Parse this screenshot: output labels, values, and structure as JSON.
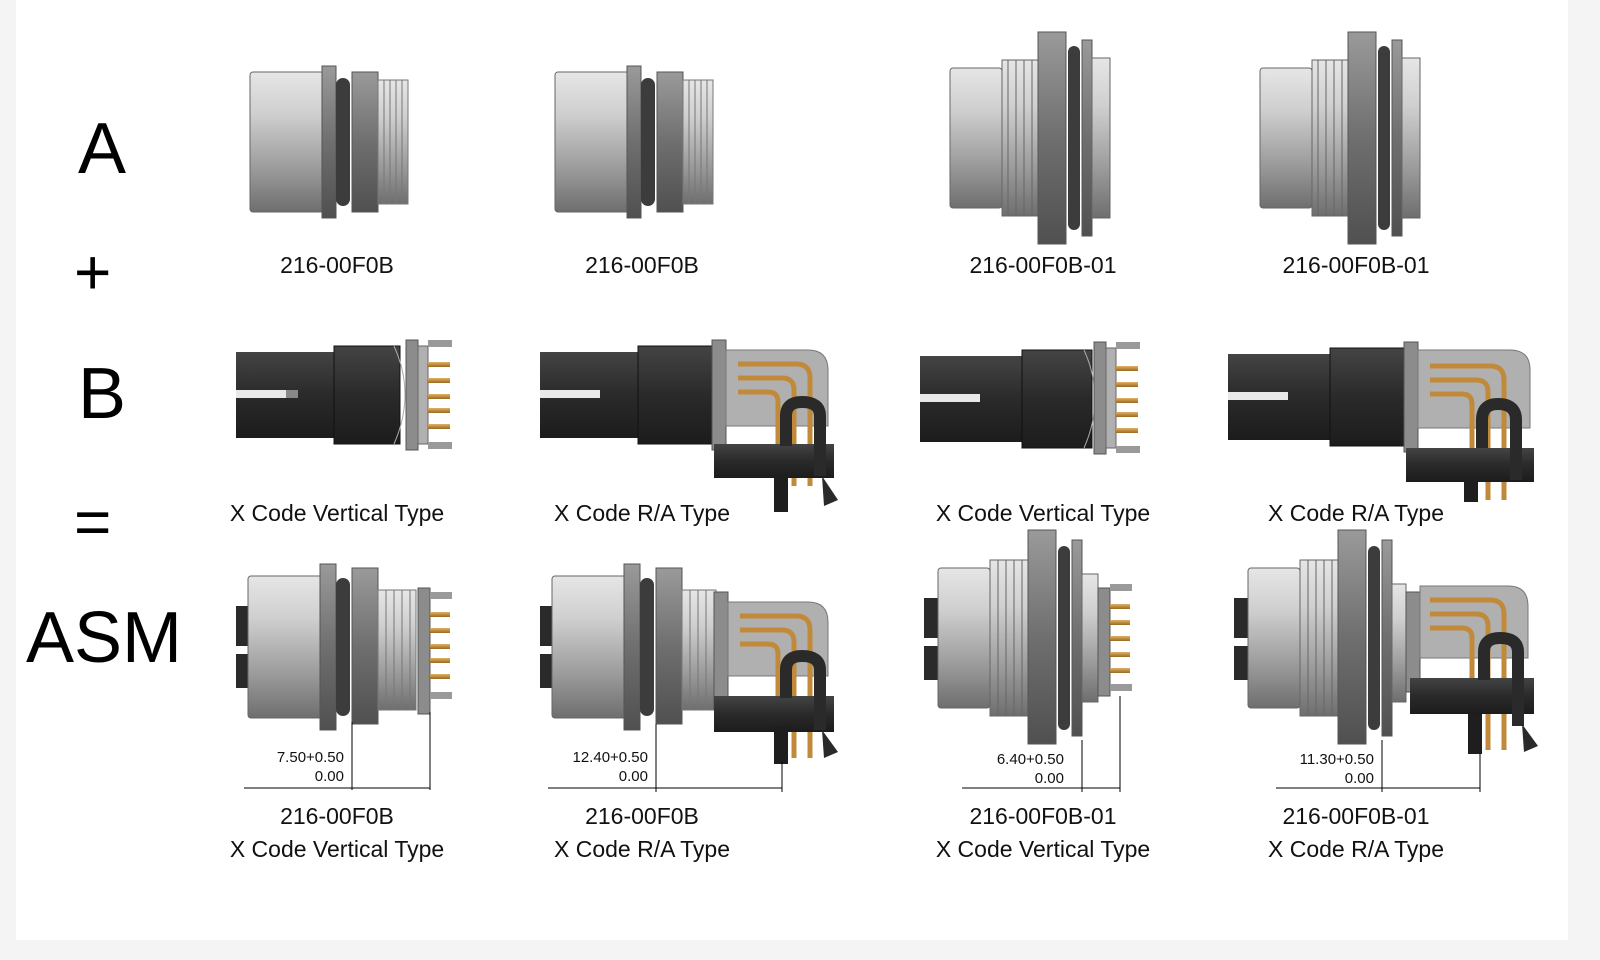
{
  "row_labels": {
    "a": "A",
    "plus": "+",
    "b": "B",
    "equals": "=",
    "asm": "ASM"
  },
  "row_a": [
    {
      "part": "216-00F0B"
    },
    {
      "part": "216-00F0B"
    },
    {
      "part": "216-00F0B-01"
    },
    {
      "part": "216-00F0B-01"
    }
  ],
  "row_b": [
    {
      "type": "X Code Vertical Type"
    },
    {
      "type": "X Code R/A Type"
    },
    {
      "type": "X Code Vertical Type"
    },
    {
      "type": "X Code R/A Type"
    }
  ],
  "row_asm": [
    {
      "dim_top": "7.50+0.50",
      "dim_bottom": "0.00",
      "part": "216-00F0B",
      "type": "X Code Vertical Type"
    },
    {
      "dim_top": "12.40+0.50",
      "dim_bottom": "0.00",
      "part": "216-00F0B",
      "type": "X Code R/A Type"
    },
    {
      "dim_top": "6.40+0.50",
      "dim_bottom": "0.00",
      "part": "216-00F0B-01",
      "type": "X Code Vertical Type"
    },
    {
      "dim_top": "11.30+0.50",
      "dim_bottom": "0.00",
      "part": "216-00F0B-01",
      "type": "X Code R/A Type"
    }
  ],
  "colors": {
    "metal_light": "#c9c9c9",
    "metal_dark": "#7a7a7a",
    "body_black": "#2b2b2b",
    "pin_gold": "#c08a3a",
    "oring": "#3c3c3c"
  }
}
